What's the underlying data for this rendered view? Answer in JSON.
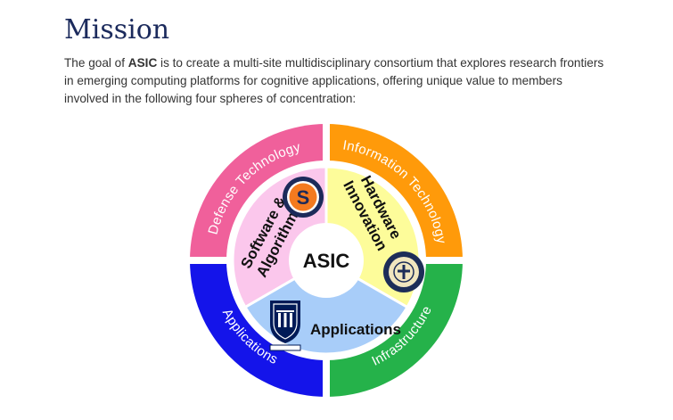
{
  "page": {
    "title": "Mission",
    "intro_before": "The goal of  ",
    "intro_bold": "ASIC",
    "intro_after": " is to create a multi-site multidisciplinary consortium that explores research frontiers in emerging computing platforms for cognitive applications, offering unique value to members involved in the following four spheres of concentration:"
  },
  "diagram": {
    "center_label": "ASIC",
    "outer_segments": [
      {
        "label": "Defense Technology",
        "color": "#f0609b"
      },
      {
        "label": "Information Technology",
        "color": "#ff9a0a"
      },
      {
        "label": "Infrastructure",
        "color": "#25b24a"
      },
      {
        "label": "Applications",
        "color": "#1414ea"
      }
    ],
    "inner_segments": [
      {
        "label_line1": "Software &",
        "label_line2": "Algorithms",
        "color": "#fbc7ec"
      },
      {
        "label_line1": "Hardware",
        "label_line2": "Innovation",
        "color": "#fdfc9a"
      },
      {
        "label_line1": "Applications",
        "label_line2": "",
        "color": "#a8cdf9"
      }
    ],
    "colors": {
      "center": "#ffffff",
      "separator": "#ffffff",
      "heading": "#1b2a5c",
      "body_text": "#333333"
    }
  }
}
